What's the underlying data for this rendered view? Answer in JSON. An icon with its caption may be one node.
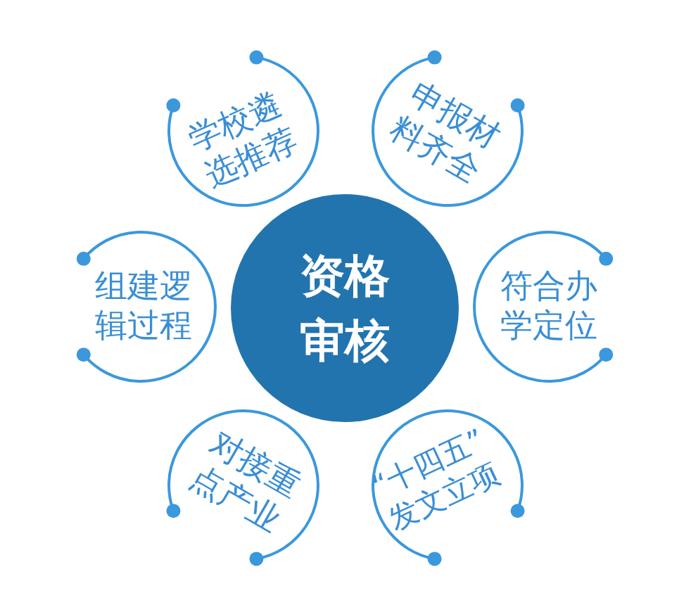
{
  "diagram": {
    "nodes": [
      {
        "text": [
          "学校遴选推荐"
        ]
      },
      {
        "text": [
          "申报材料齐全"
        ]
      },
      {
        "text": [
          "组建逻辑过程"
        ]
      },
      {
        "text": [
          "资格审核"
        ]
      },
      {
        "text": [
          "符合办学定位"
        ]
      },
      {
        "text": [
          "对接重点产业"
        ]
      },
      {
        "text": [
          "“十四五”发文立项"
        ]
      }
    ]
  }
}
